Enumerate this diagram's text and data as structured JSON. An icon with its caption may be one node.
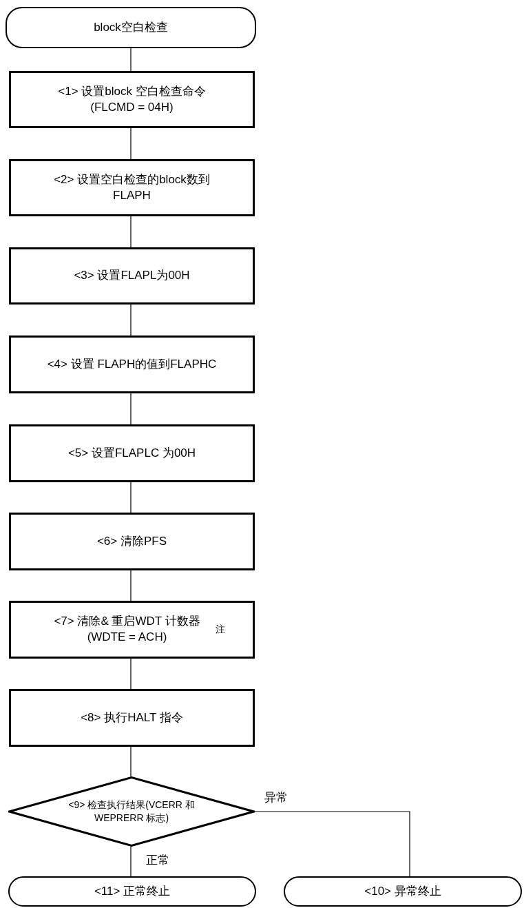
{
  "diagram": {
    "nodes": [
      {
        "text": [
          "block空白检查"
        ]
      },
      {
        "text": [
          "<1> 设置block 空白检查命令(FLCMD = 04H)"
        ]
      },
      {
        "text": [
          "<2> 设置空白检查的block数到FLAPH"
        ]
      },
      {
        "text": [
          "<3> 设置FLAPL为00H"
        ]
      },
      {
        "text": [
          "<4> 设置 FLAPH的值到FLAPHC"
        ]
      },
      {
        "text": [
          "<5> 设置FLAPLC 为00H"
        ]
      },
      {
        "text": [
          "<6> 清除PFS"
        ]
      },
      {
        "text": [
          "<7> 清除& 重启WDT 计数器(WDTE = ACH)$^{注}$"
        ]
      },
      {
        "text": [
          "<8> 执行HALT 指令"
        ]
      },
      {
        "text": [
          "<9> 检查执行结果(VCERR 和WEPRERR 标志)"
        ]
      },
      {
        "text": [
          "<11> 正常终止"
        ]
      },
      {
        "text": [
          "<10> 异常终止"
        ]
      }
    ],
    "edges": [
      {
        "from": 0,
        "to": 1,
        "arrow": "none"
      },
      {
        "from": 1,
        "to": 2,
        "arrow": "none"
      },
      {
        "from": 2,
        "to": 3,
        "arrow": "none"
      },
      {
        "from": 3,
        "to": 4,
        "arrow": "none"
      },
      {
        "from": 4,
        "to": 5,
        "arrow": "none"
      },
      {
        "from": 5,
        "to": 6,
        "arrow": "none"
      },
      {
        "from": 6,
        "to": 7,
        "arrow": "none"
      },
      {
        "from": 7,
        "to": 8,
        "arrow": "none"
      },
      {
        "from": 8,
        "to": 9,
        "arrow": "none"
      },
      {
        "from": 9,
        "to": 10,
        "label": "正常",
        "arrow": "none"
      },
      {
        "from": 9,
        "to": 11,
        "label": "异常",
        "arrow": "none"
      }
    ]
  }
}
